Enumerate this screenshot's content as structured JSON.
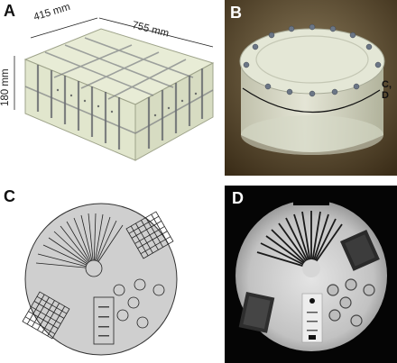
{
  "panels": {
    "a": {
      "label": "A",
      "dim_width": "415 mm",
      "dim_length": "755 mm",
      "dim_height": "180 mm"
    },
    "b": {
      "label": "B",
      "annotation_line1": "C,",
      "annotation_line2": "D"
    },
    "c": {
      "label": "C"
    },
    "d": {
      "label": "D"
    }
  },
  "colors": {
    "panel_b_bg": "#4a3a22",
    "panel_d_bg": "#050505",
    "phantom_c_fill": "#cfcfcf",
    "grid_box_lines": "#8a8f78"
  }
}
